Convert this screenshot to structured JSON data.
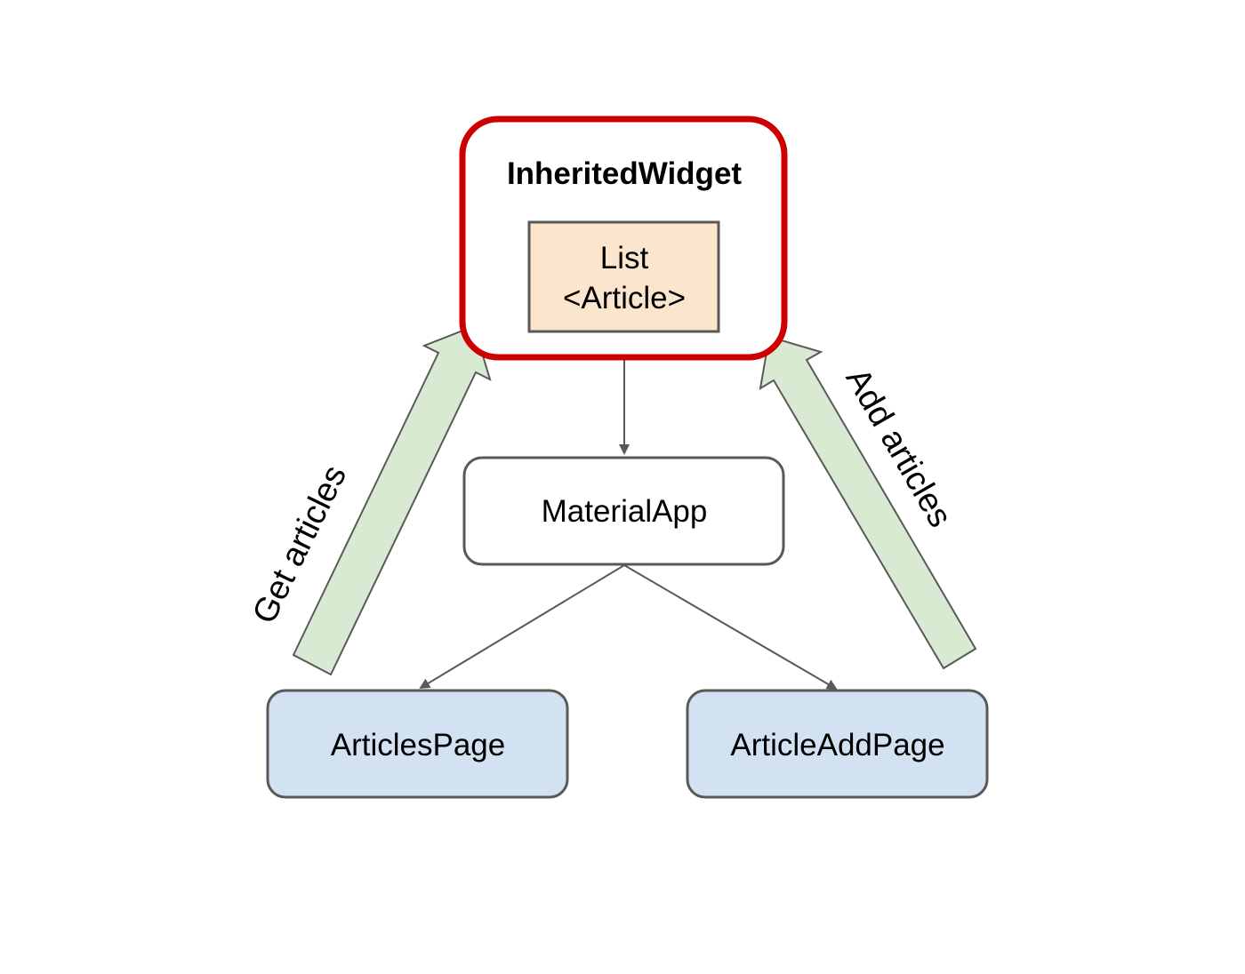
{
  "diagram": {
    "inherited_widget": {
      "title": "InheritedWidget",
      "inner_line1": "List",
      "inner_line2": "<Article>"
    },
    "material_app": {
      "label": "MaterialApp"
    },
    "articles_page": {
      "label": "ArticlesPage"
    },
    "article_add_page": {
      "label": "ArticleAddPage"
    },
    "get_articles_label": "Get articles",
    "add_articles_label": "Add articles"
  },
  "colors": {
    "widget_border": "#cc0000",
    "list_fill": "#fce5cd",
    "page_fill": "#d3e2f3",
    "flow_arrow_fill": "#d9ead3",
    "stroke": "#595959"
  }
}
